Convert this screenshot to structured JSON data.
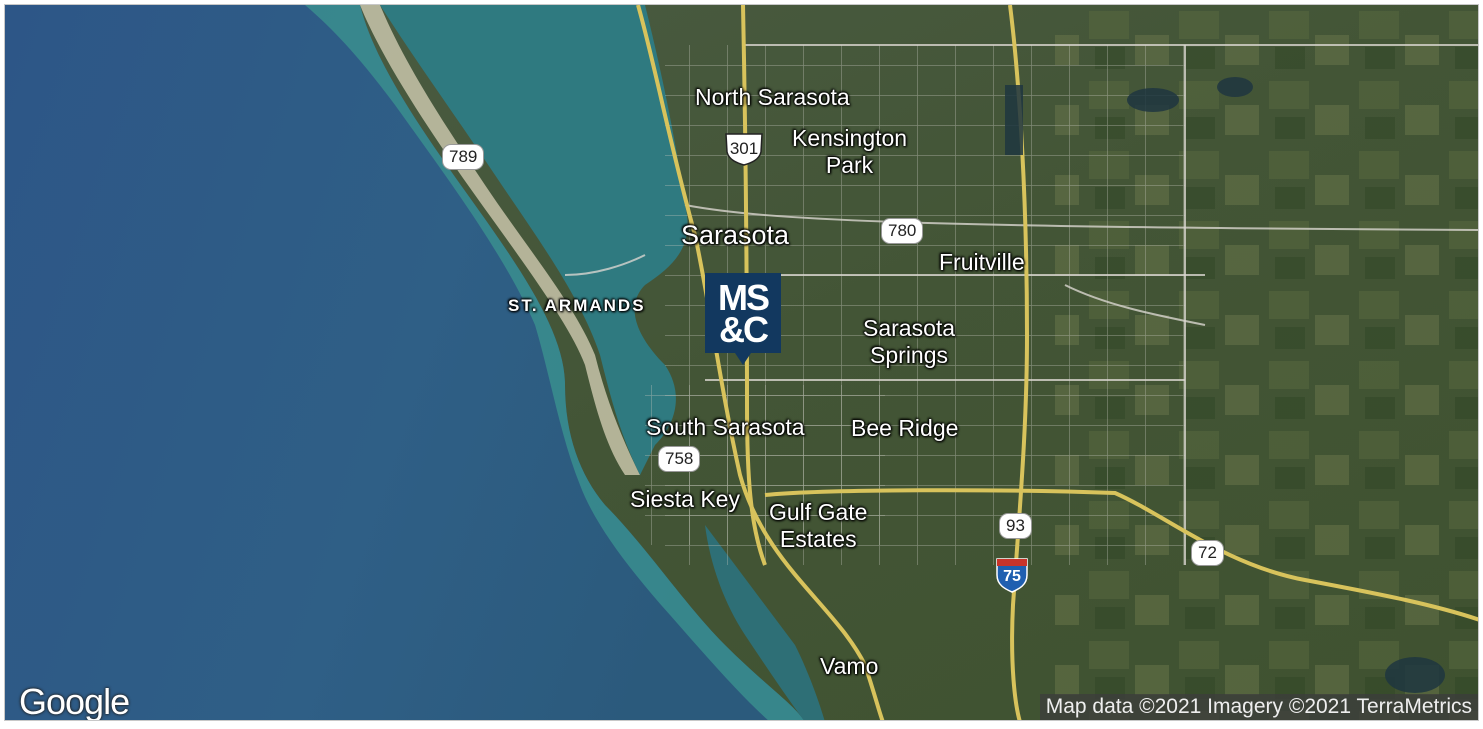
{
  "map": {
    "type": "satellite",
    "labels": {
      "north_sarasota": "North Sarasota",
      "kensington_park": "Kensington\nPark",
      "sarasota": "Sarasota",
      "fruitville": "Fruitville",
      "st_armands": "ST. ARMANDS",
      "sarasota_springs": "Sarasota\nSprings",
      "south_sarasota": "South Sarasota",
      "bee_ridge": "Bee Ridge",
      "siesta_key": "Siesta Key",
      "gulf_gate_estates": "Gulf Gate\nEstates",
      "vamo": "Vamo"
    },
    "route_shields": {
      "r789": "789",
      "r301": "301",
      "r780": "780",
      "r758": "758",
      "r93": "93",
      "r72": "72",
      "i75": "75"
    },
    "marker": {
      "line1": "MS",
      "line2": "&C",
      "color": "#12385f"
    },
    "google_logo": "Google",
    "attribution": "Map data ©2021 Imagery ©2021 TerraMetrics"
  },
  "colors": {
    "gulf": "#2f5682",
    "shallow_water": "#3d9b95",
    "land": "#4a5a3a",
    "major_road": "#d8c35c"
  }
}
